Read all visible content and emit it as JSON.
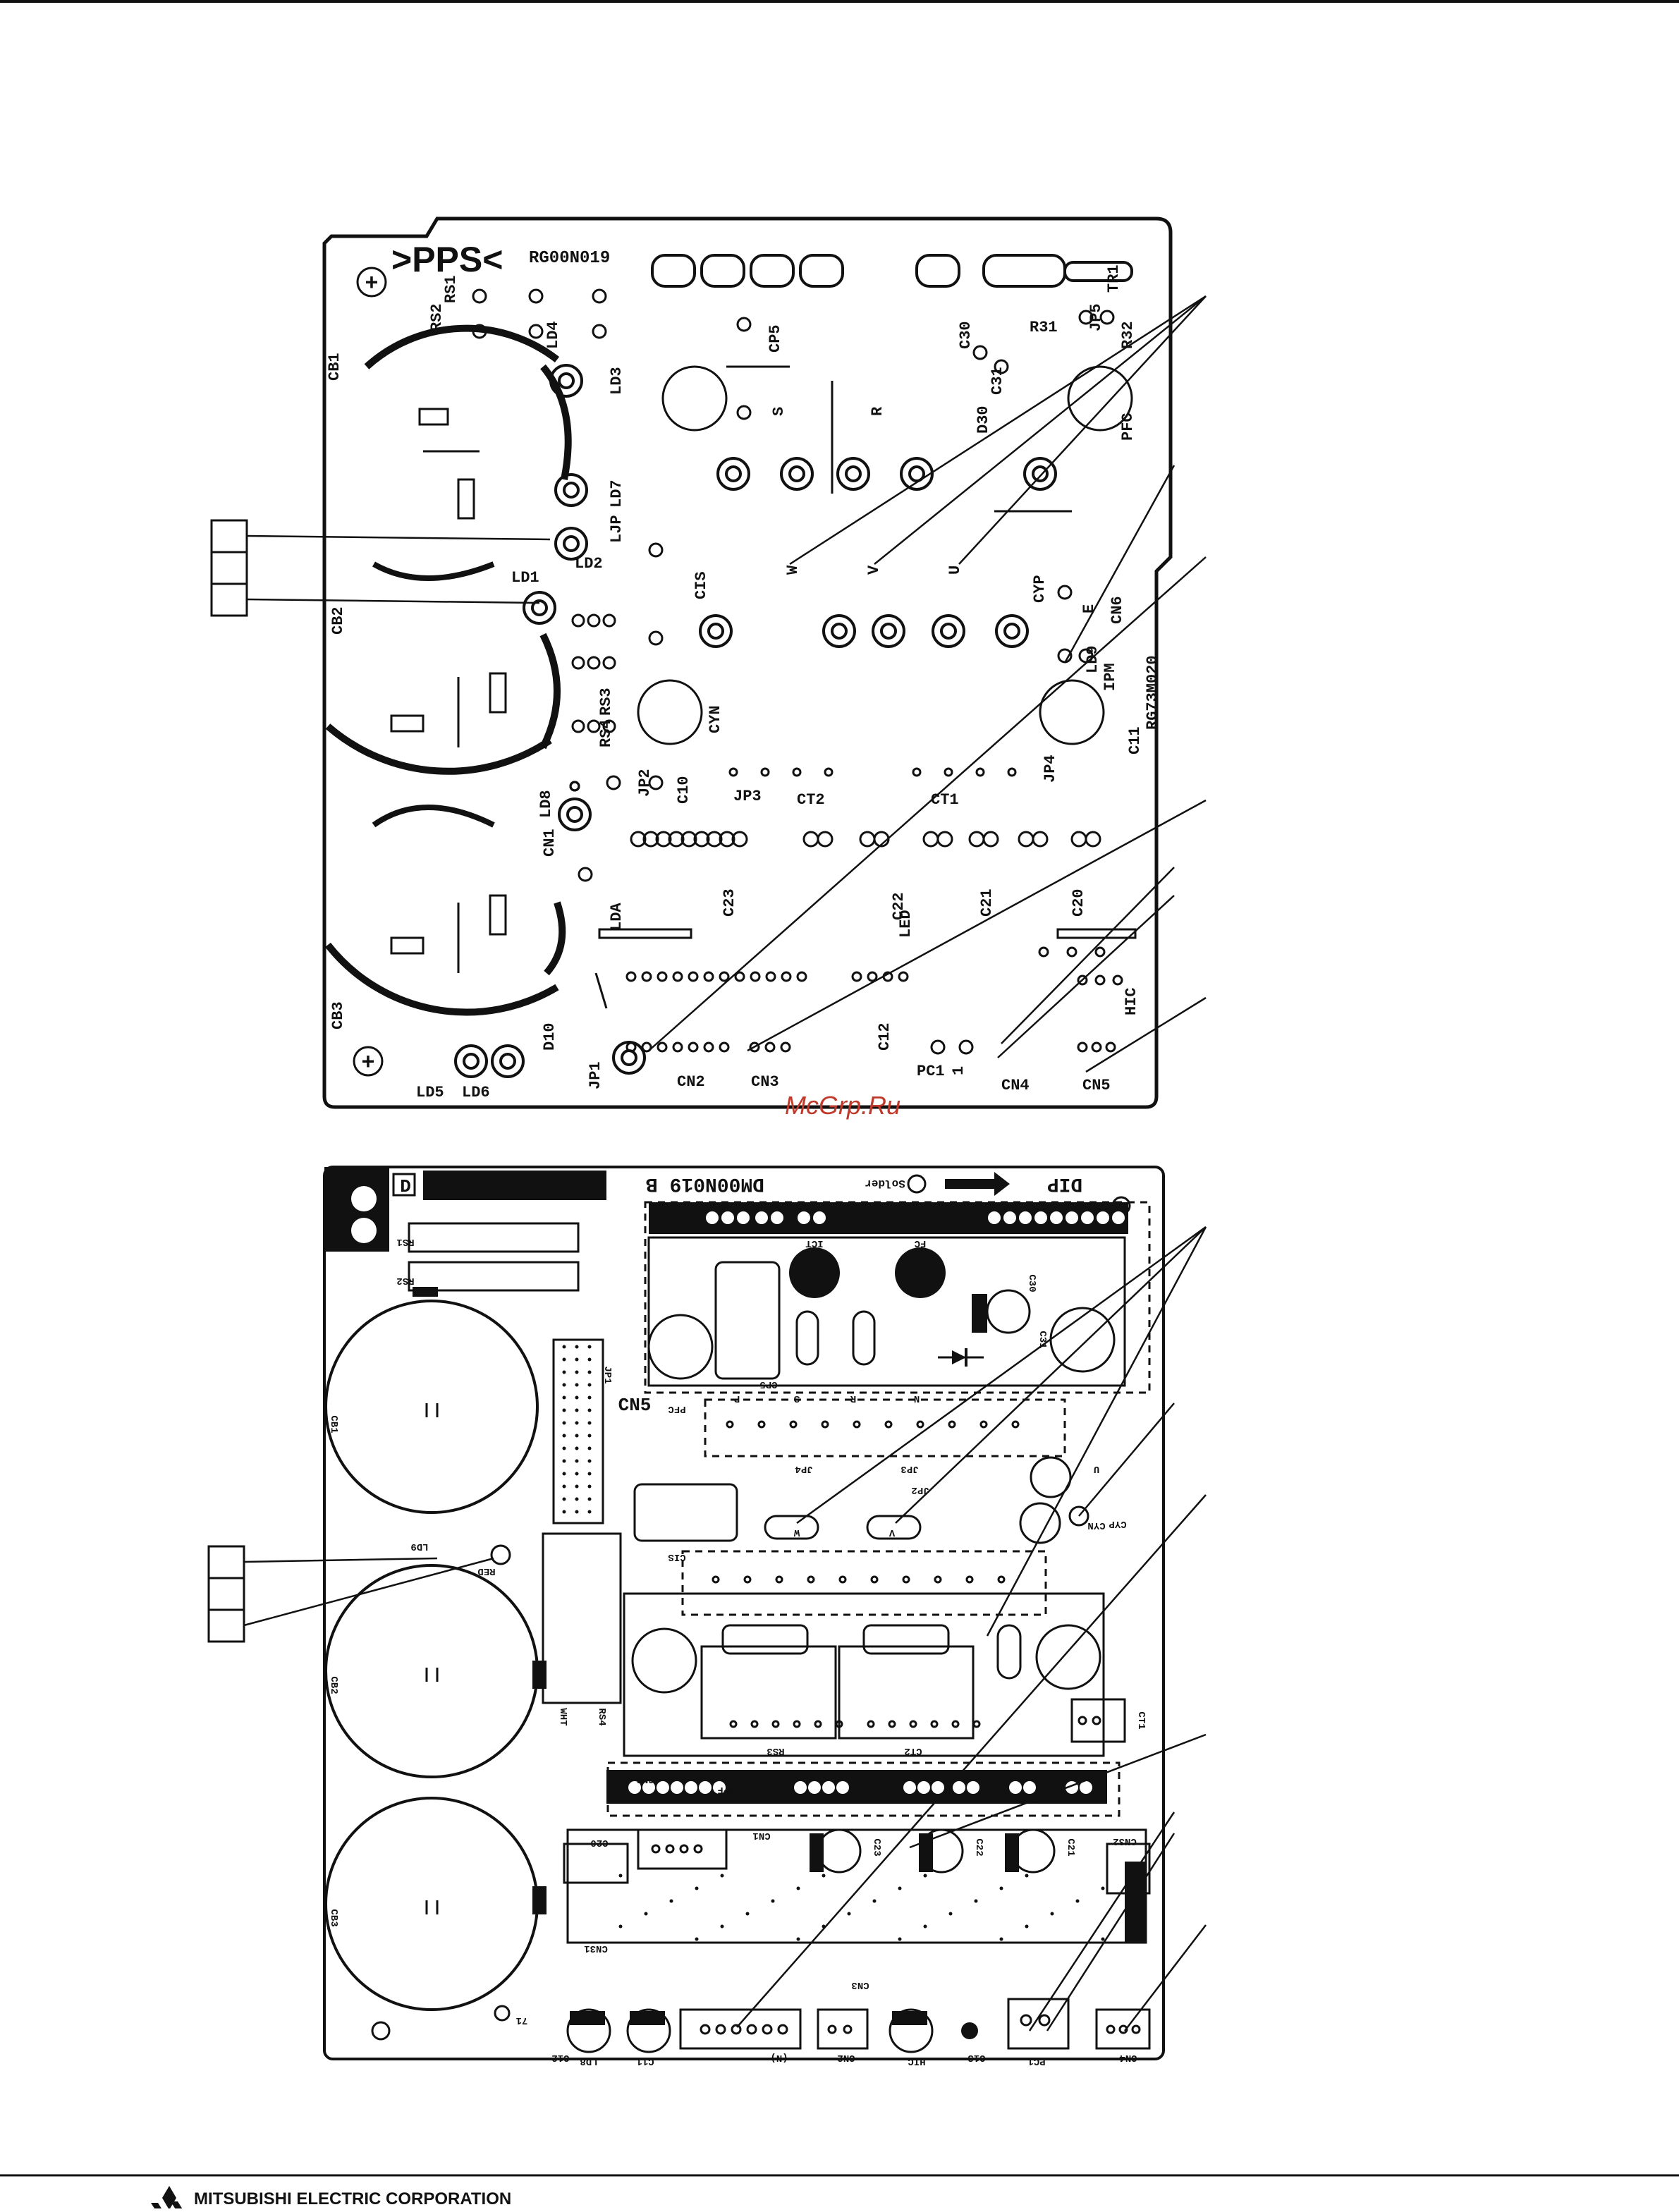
{
  "top_board": {
    "title": ">PPS<",
    "code": "RG00N019",
    "labels": [
      "RS2",
      "RS1",
      "LD4",
      "LD3",
      "CB1",
      "CP5",
      "C30",
      "R31",
      "JP5",
      "R32",
      "TR1",
      "C31",
      "D30",
      "PFC",
      "S",
      "R",
      "LD7",
      "LJP",
      "LD2",
      "LD1",
      "CB2",
      "CIS",
      "W",
      "V",
      "U",
      "CYP",
      "E",
      "CN6",
      "LD9",
      "IPM",
      "RG73M020",
      "C11",
      "RS3",
      "RS4",
      "CYN",
      "LD8",
      "CN1",
      "JP2",
      "C10",
      "JP3",
      "CT2",
      "CT1",
      "JP4",
      "C23",
      "C22",
      "LED",
      "C21",
      "C20",
      "LDA",
      "D10",
      "JP1",
      "CN2",
      "CN3",
      "C12",
      "PC1",
      "1",
      "CN4",
      "CN5",
      "HIC",
      "CB3",
      "LD5",
      "LD6"
    ]
  },
  "bottom_board": {
    "code": "DM00N019 B",
    "dip": "DIP",
    "solder": "Solder",
    "labels": [
      "D",
      "RS1",
      "RS2",
      "CB1",
      "CB2",
      "CB3",
      "JP1",
      "ICT",
      "FC",
      "C30",
      "C31",
      "CP5",
      "PFC",
      "P",
      "S",
      "R",
      "N",
      "JP4",
      "JP3",
      "JP2",
      "CIS",
      "W",
      "V",
      "U",
      "CYN",
      "CYP",
      "LD9",
      "RED",
      "WHT",
      "RS4",
      "RS3",
      "CT2",
      "CT1",
      "CN6",
      "JPF",
      "CN1",
      "C23",
      "C22",
      "C21",
      "C20",
      "CN32",
      "CN31",
      "71",
      "LD8",
      "C11",
      "C12",
      "(N)",
      "CN2",
      "CN3",
      "HIC",
      "C13",
      "PC1",
      "CN4",
      "CN5"
    ]
  },
  "watermark": "McGrp.Ru",
  "footer": {
    "brand": "MITSUBISHI ELECTRIC CORPORATION"
  }
}
